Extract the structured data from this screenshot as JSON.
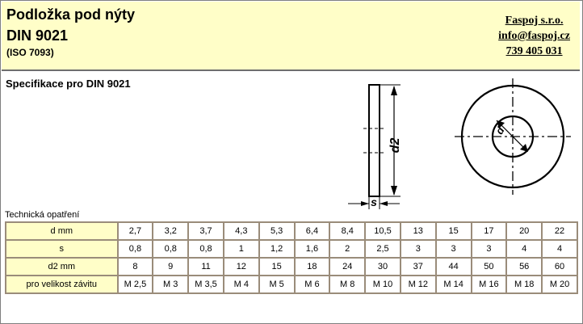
{
  "header": {
    "title": "Podložka pod nýty",
    "standard": "DIN 9021",
    "iso": "(ISO 7093)",
    "company_name": "Faspoj s.r.o.",
    "email": "info@faspoj.cz",
    "phone": "739 405 031"
  },
  "spec_title": "Specifikace pro DIN 9021",
  "drawing_labels": {
    "d2": "d2",
    "s": "s",
    "d": "d"
  },
  "table": {
    "caption": "Technická opatření",
    "rows": [
      {
        "label": "d mm",
        "values": [
          "2,7",
          "3,2",
          "3,7",
          "4,3",
          "5,3",
          "6,4",
          "8,4",
          "10,5",
          "13",
          "15",
          "17",
          "20",
          "22"
        ]
      },
      {
        "label": "s",
        "values": [
          "0,8",
          "0,8",
          "0,8",
          "1",
          "1,2",
          "1,6",
          "2",
          "2,5",
          "3",
          "3",
          "3",
          "4",
          "4"
        ]
      },
      {
        "label": "d2 mm",
        "values": [
          "8",
          "9",
          "11",
          "12",
          "15",
          "18",
          "24",
          "30",
          "37",
          "44",
          "50",
          "56",
          "60"
        ]
      },
      {
        "label": "pro velikost závitu",
        "values": [
          "M 2,5",
          "M 3",
          "M 3,5",
          "M 4",
          "M 5",
          "M 6",
          "M 8",
          "M 10",
          "M 12",
          "M 14",
          "M 16",
          "M 18",
          "M 20"
        ]
      }
    ]
  }
}
